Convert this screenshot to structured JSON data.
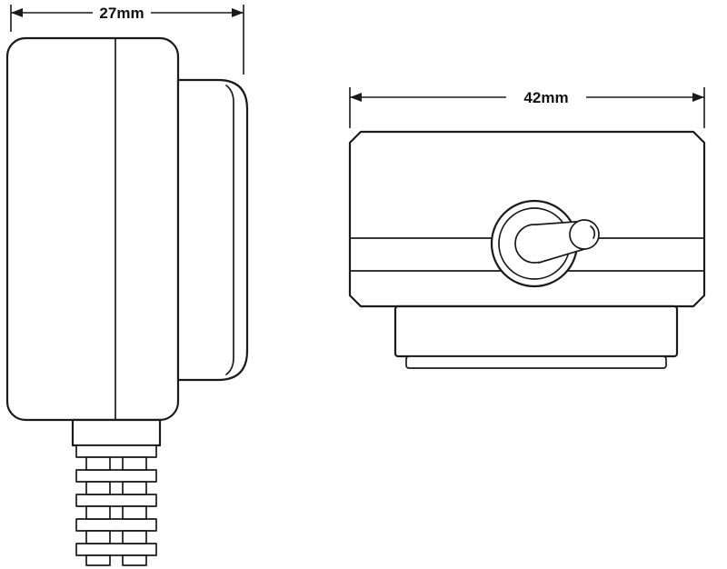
{
  "page": {
    "background_color": "#ffffff",
    "line_color": "#1a1a1a"
  },
  "drawing": {
    "views": {
      "side": {
        "name": "side view with cable strain relief",
        "dimension_label": "27mm"
      },
      "front": {
        "name": "front view with toggle lever and mounting base",
        "dimension_label": "42mm"
      }
    }
  }
}
